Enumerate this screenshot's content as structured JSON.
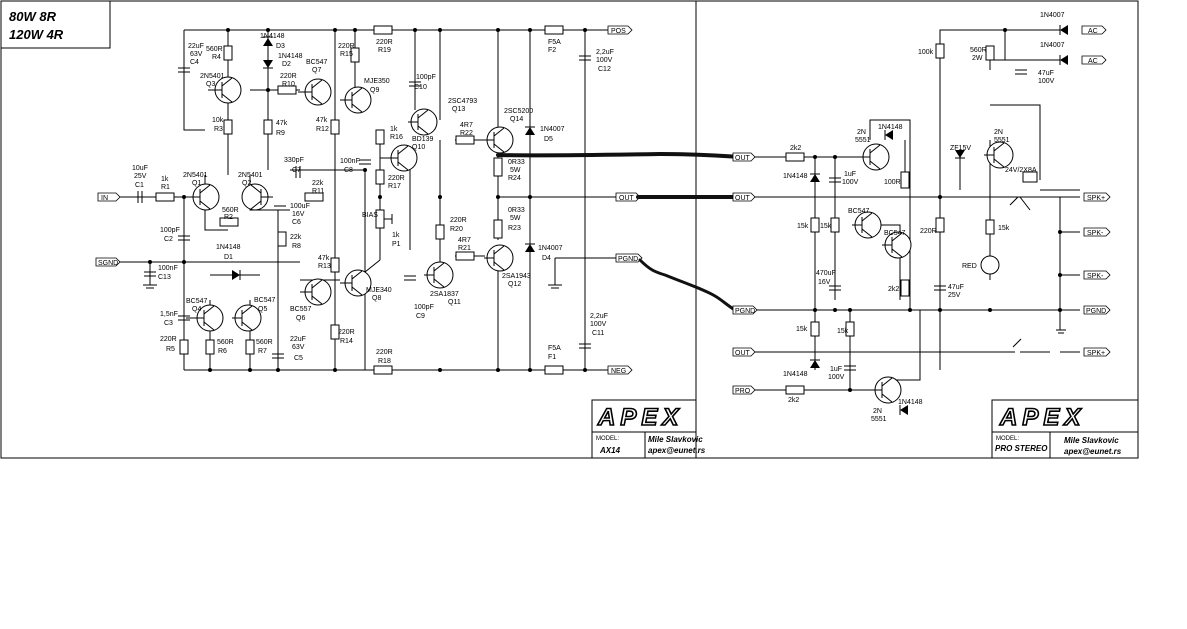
{
  "power_rating": {
    "line1": "80W 8R",
    "line2": "120W 4R"
  },
  "amp_title_block": {
    "brand": "APEX",
    "model_label": "MODEL:",
    "model": "AX14",
    "author": "Mile Slavkovic",
    "email": "apex@eunet.rs"
  },
  "prot_title_block": {
    "brand": "APEX",
    "model_label": "MODEL:",
    "model": "PRO STEREO",
    "author": "Mile Slavkovic",
    "email": "apex@eunet.rs"
  },
  "amp_connectors": {
    "in": "IN",
    "sgnd": "SGND",
    "pos": "POS",
    "out": "OUT",
    "pgnd": "PGND",
    "neg": "NEG"
  },
  "prot_connectors": {
    "ac1": "AC",
    "ac2": "AC",
    "out_top": "OUT",
    "out_mid": "OUT",
    "pgnd": "PGND",
    "out_low": "OUT",
    "pro": "PRO",
    "spk1": "SPK+",
    "spk2": "SPK-",
    "spk3": "SPK-",
    "pgnd_r": "PGND",
    "spk4": "SPK+"
  },
  "amp_components": {
    "c4": [
      "22uF",
      "63V",
      "C4"
    ],
    "r4": [
      "560R",
      "R4"
    ],
    "q3": [
      "2N5401",
      "Q3"
    ],
    "d3": [
      "1N4148",
      "D3"
    ],
    "d2": [
      "1N4148",
      "D2"
    ],
    "r15": [
      "220R",
      "R15"
    ],
    "r19": [
      "220R",
      "R19"
    ],
    "q7": [
      "BC547",
      "Q7"
    ],
    "r10": [
      "220R",
      "R10"
    ],
    "q9": [
      "MJE350",
      "Q9"
    ],
    "r3": [
      "10k",
      "R3"
    ],
    "r9": [
      "47k",
      "R9"
    ],
    "r12": [
      "47k",
      "R12"
    ],
    "c10": [
      "100pF",
      "C10"
    ],
    "q13": [
      "2SC4793",
      "Q13"
    ],
    "q14": [
      "2SC5200",
      "Q14"
    ],
    "f2": [
      "F5A",
      "F2"
    ],
    "c12": [
      "2,2uF",
      "100V",
      "C12"
    ],
    "r16": [
      "1k",
      "R16"
    ],
    "q10": [
      "BD139",
      "Q10"
    ],
    "r22": [
      "4R7",
      "R22"
    ],
    "d5": [
      "1N4007",
      "D5"
    ],
    "r24": [
      "0R33",
      "5W",
      "R24"
    ],
    "c1": [
      "10uF",
      "25V",
      "C1"
    ],
    "r1": [
      "1k",
      "R1"
    ],
    "q1": [
      "2N5401",
      "Q1"
    ],
    "q2": [
      "2N5401",
      "Q2"
    ],
    "c7": [
      "330pF",
      "C7"
    ],
    "r11": [
      "22k",
      "R11"
    ],
    "c8": [
      "100nF",
      "C8"
    ],
    "r17": [
      "220R",
      "R17"
    ],
    "r2": [
      "560R",
      "R2"
    ],
    "c6": [
      "100uF",
      "16V",
      "C6"
    ],
    "bias": [
      "BIAS"
    ],
    "p1": [
      "1k",
      "P1"
    ],
    "r20": [
      "220R",
      "R20"
    ],
    "r23": [
      "0R33",
      "5W",
      "R23"
    ],
    "c2": [
      "100pF",
      "C2"
    ],
    "r8": [
      "22k",
      "R8"
    ],
    "d1": [
      "1N4148",
      "D1"
    ],
    "r21": [
      "4R7",
      "R21"
    ],
    "d4": [
      "1N4007",
      "D4"
    ],
    "c13": [
      "100nF",
      "C13"
    ],
    "r13": [
      "47k",
      "R13"
    ],
    "q8": [
      "MJE340",
      "Q8"
    ],
    "q11": [
      "2SA1837",
      "Q11"
    ],
    "q12": [
      "2SA1943",
      "Q12"
    ],
    "q4": [
      "BC547",
      "Q4"
    ],
    "q5": [
      "BC547",
      "Q5"
    ],
    "q6": [
      "BC557",
      "Q6"
    ],
    "c3": [
      "1,5nF",
      "C3"
    ],
    "c9": [
      "100pF",
      "C9"
    ],
    "c11": [
      "2,2uF",
      "100V",
      "C11"
    ],
    "r5": [
      "220R",
      "R5"
    ],
    "r6": [
      "560R",
      "R6"
    ],
    "r7": [
      "560R",
      "R7"
    ],
    "c5": [
      "22uF",
      "63V",
      "C5"
    ],
    "r14": [
      "220R",
      "R14"
    ],
    "r18": [
      "220R",
      "R18"
    ],
    "f1": [
      "F5A",
      "F1"
    ]
  },
  "prot_components": {
    "d_ac1": "1N4007",
    "d_ac2": "1N4007",
    "r_100k": "100k",
    "r_560r": [
      "560R",
      "2W"
    ],
    "c_47u": [
      "47uF",
      "100V"
    ],
    "q_top_l": [
      "2N",
      "5551"
    ],
    "d_top": "1N4148",
    "zener": "ZF15V",
    "q_top_r": [
      "2N",
      "5551"
    ],
    "relay": "24V/2X8A",
    "r_2k2_top": "2k2",
    "d_mid": "1N4148",
    "c_1u_top": [
      "1uF",
      "100V"
    ],
    "r_100r": "100R",
    "r_15k_a": "15k",
    "r_15k_b": "15k",
    "bc547_l": "BC547",
    "bc547_r": "BC547",
    "r_220r": "220R",
    "r_15k_led": "15k",
    "led": "RED",
    "c_470u": [
      "470uF",
      "16V"
    ],
    "r_2k2_mid": "2k2",
    "c_47u_25": [
      "47uF",
      "25V"
    ],
    "r_15k_c": "15k",
    "r_15k_d": "15k",
    "d_low": "1N4148",
    "c_1u_low": [
      "1uF",
      "100V"
    ],
    "r_2k2_low": "2k2",
    "q_low": [
      "2N",
      "5551"
    ],
    "d_low2": "1N4148"
  }
}
